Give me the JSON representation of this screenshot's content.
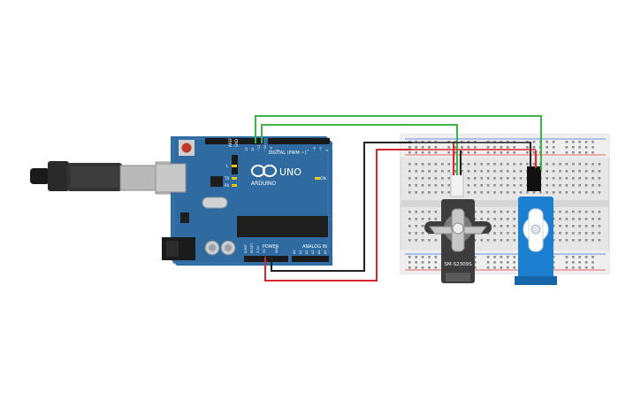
{
  "arduino": {
    "model": "UNO",
    "brand": "ARDUINO",
    "digital_label": "DIGITAL (PWM ~)",
    "power_label": "POWER",
    "analog_label": "ANALOG IN",
    "on_label": "ON",
    "aref_label": "AREF",
    "gnd_label": "GND",
    "tx_label": "TX",
    "rx_label": "RX",
    "l_label": "L",
    "reset_label": "RESET",
    "ioref_label": "IOREF",
    "v33_label": "3.3V",
    "v5_label": "5V",
    "vin_label": "VIN",
    "analog_pins": [
      "A0",
      "A1",
      "A2",
      "A3",
      "A4",
      "A5"
    ],
    "digital_pins": [
      "13",
      "12",
      "~11",
      "~10",
      "~9",
      "8",
      "7",
      "~6",
      "~5",
      "4",
      "~3",
      "2",
      "TX 1",
      "RX 0"
    ]
  },
  "servo_left": {
    "model": "SM-S2309S"
  },
  "colors": {
    "board": "#2f6aa0",
    "board_dark": "#1f4f7c",
    "wire_green": "#3cb44a",
    "wire_black": "#222222",
    "wire_red": "#d8262d",
    "breadboard": "#e9e9e9",
    "servo_blue": "#1c7fd0",
    "servo_dark": "#3a3a3a"
  }
}
